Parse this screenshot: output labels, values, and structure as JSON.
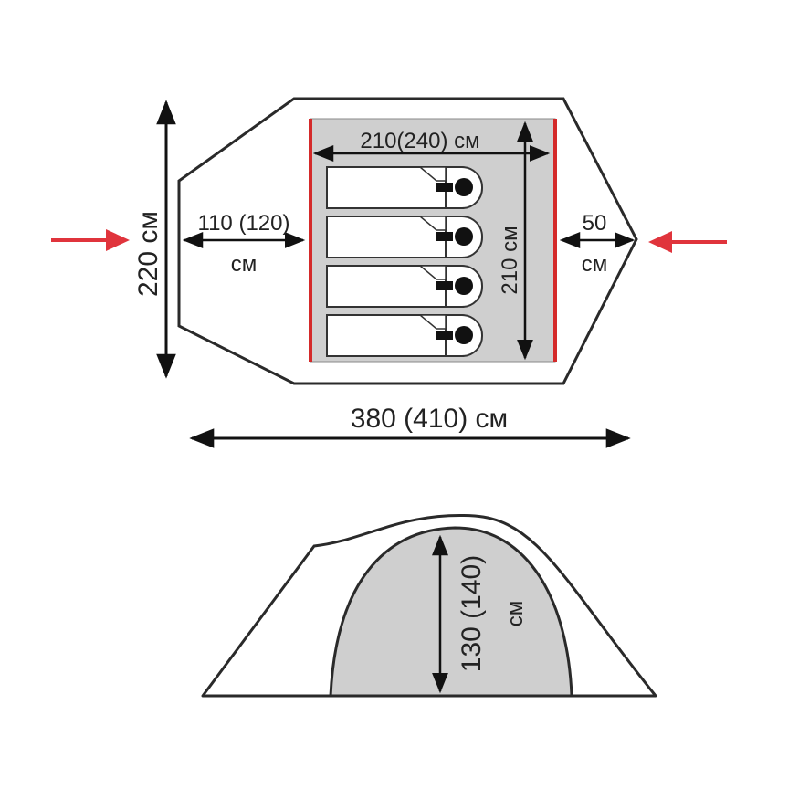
{
  "colors": {
    "outline": "#2a2a2a",
    "inner_floor": "#cfcfcf",
    "inner_edge": "#d42a2a",
    "arrow_entry": "#e0343c",
    "dimension": "#111111",
    "sleeping_bag": "#ffffff"
  },
  "plan_view": {
    "total_length": "380 (410) см",
    "total_width": "220 см",
    "vestibule_left_value": "110 (120)",
    "vestibule_left_unit": "см",
    "vestibule_right_value": "50",
    "vestibule_right_unit": "см",
    "inner_length": "210(240) см",
    "inner_width": "210 см",
    "sleeping_places": 4
  },
  "side_view": {
    "height_value": "130 (140)",
    "height_unit": "см"
  },
  "icons": [
    "entry-arrow-left-icon",
    "entry-arrow-right-icon",
    "sleeping-bag-icon"
  ]
}
